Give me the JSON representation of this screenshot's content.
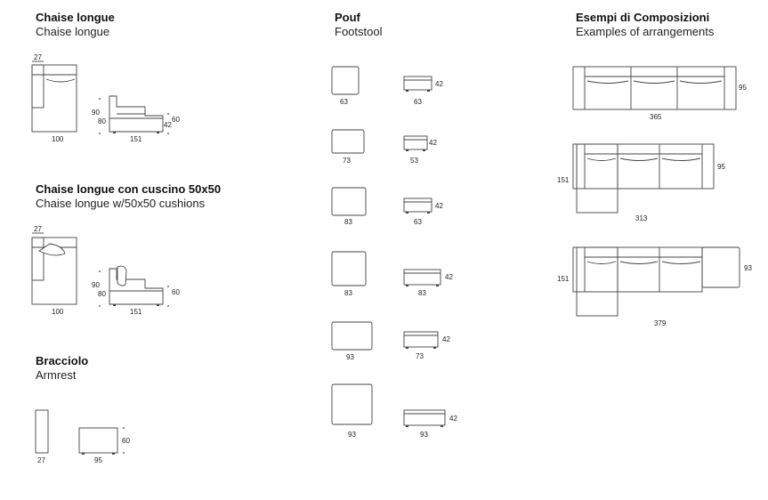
{
  "sections": {
    "chaise": {
      "title": "Chaise longue",
      "subtitle": "Chaise longue"
    },
    "chaise_cushion": {
      "title": "Chaise longue con cuscino 50x50",
      "subtitle": "Chaise longue w/50x50 cushions"
    },
    "armrest": {
      "title": "Bracciolo",
      "subtitle": "Armrest"
    },
    "pouf": {
      "title": "Pouf",
      "subtitle": "Footstool"
    },
    "compositions": {
      "title": "Esempi di Composizioni",
      "subtitle": "Examples of arrangements"
    }
  },
  "chaise_dims": {
    "arm_width": "27",
    "width": "100",
    "length": "151",
    "back_height": "90",
    "arm_height": "80",
    "seat_height": "60",
    "seat_depth_side": "42"
  },
  "chaise_cushion_dims": {
    "arm_width": "27",
    "width": "100",
    "length": "151",
    "back_height": "90",
    "arm_height": "80",
    "seat_height": "60"
  },
  "armrest_dims": {
    "width": "27",
    "length": "95",
    "height": "60"
  },
  "poufs": [
    {
      "top_label": "63",
      "side_width": "63",
      "height": "42"
    },
    {
      "top_label": "73",
      "side_width": "53",
      "height": "42"
    },
    {
      "top_label": "83",
      "side_width": "63",
      "height": "42"
    },
    {
      "top_label": "83",
      "side_width": "83",
      "height": "42"
    },
    {
      "top_label": "93",
      "side_width": "73",
      "height": "42"
    },
    {
      "top_label": "93",
      "side_width": "93",
      "height": "42"
    }
  ],
  "compositions": [
    {
      "width": "365",
      "depth": "95"
    },
    {
      "width": "313",
      "depth": "95",
      "chaise_length": "151"
    },
    {
      "width": "379",
      "depth": "93",
      "chaise_length": "151"
    }
  ]
}
